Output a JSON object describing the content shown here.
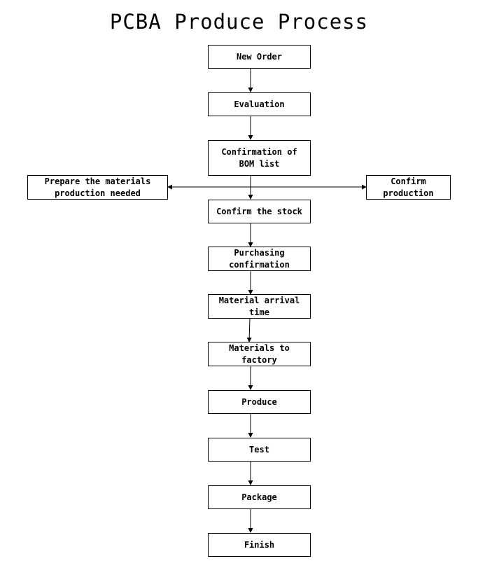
{
  "title": "PCBA Produce Process",
  "steps": {
    "new_order": "New Order",
    "evaluation": "Evaluation",
    "confirm_bom": "Confirmation of BOM list",
    "prepare_materials": "Prepare the materials production needed",
    "confirm_production": "Confirm production",
    "confirm_stock": "Confirm the stock",
    "purchasing": "Purchasing confirmation",
    "arrival": "Material arrival time",
    "to_factory": "Materials to factory",
    "produce": "Produce",
    "test": "Test",
    "package": "Package",
    "finish": "Finish"
  }
}
